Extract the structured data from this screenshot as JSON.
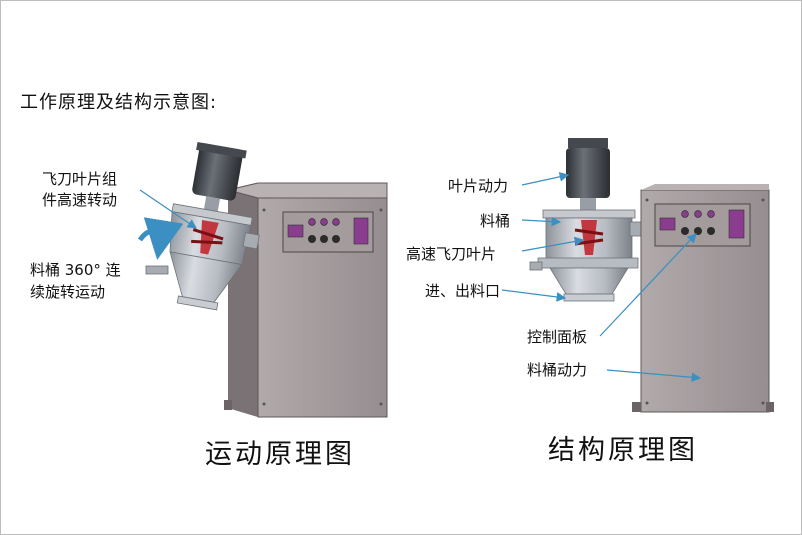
{
  "heading": "工作原理及结构示意图:",
  "left_diagram": {
    "caption": "运动原理图",
    "labels": {
      "blade_line1": "飞刀叶片组",
      "blade_line2": "件高速转动",
      "barrel_line1": "料桶 360° 连",
      "barrel_line2": "续旋转运动"
    }
  },
  "right_diagram": {
    "caption": "结构原理图",
    "labels": {
      "blade_power": "叶片动力",
      "barrel": "料桶",
      "fly_blade": "高速飞刀叶片",
      "inlet_outlet": "进、出料口",
      "control_panel": "控制面板",
      "barrel_power": "料桶动力"
    }
  },
  "colors": {
    "cabinet": "#a49c9d",
    "cabinet_shadow": "#7d7577",
    "panel_magenta": "#8a3c8e",
    "blade_red": "#c1272d",
    "arrow_blue": "#3b8fc2",
    "barrel_steel": "#b9bcc3",
    "motor_dark": "#3d4147"
  }
}
